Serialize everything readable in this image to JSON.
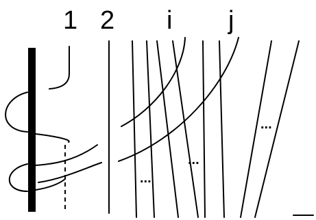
{
  "labels": {
    "strand_1": "1",
    "strand_2": "2",
    "strand_i": "i",
    "strand_j": "j"
  },
  "ellipsis": {
    "left": "...",
    "middle": "...",
    "right": "..."
  },
  "colors": {
    "ink": "#000000",
    "background": "#ffffff"
  }
}
